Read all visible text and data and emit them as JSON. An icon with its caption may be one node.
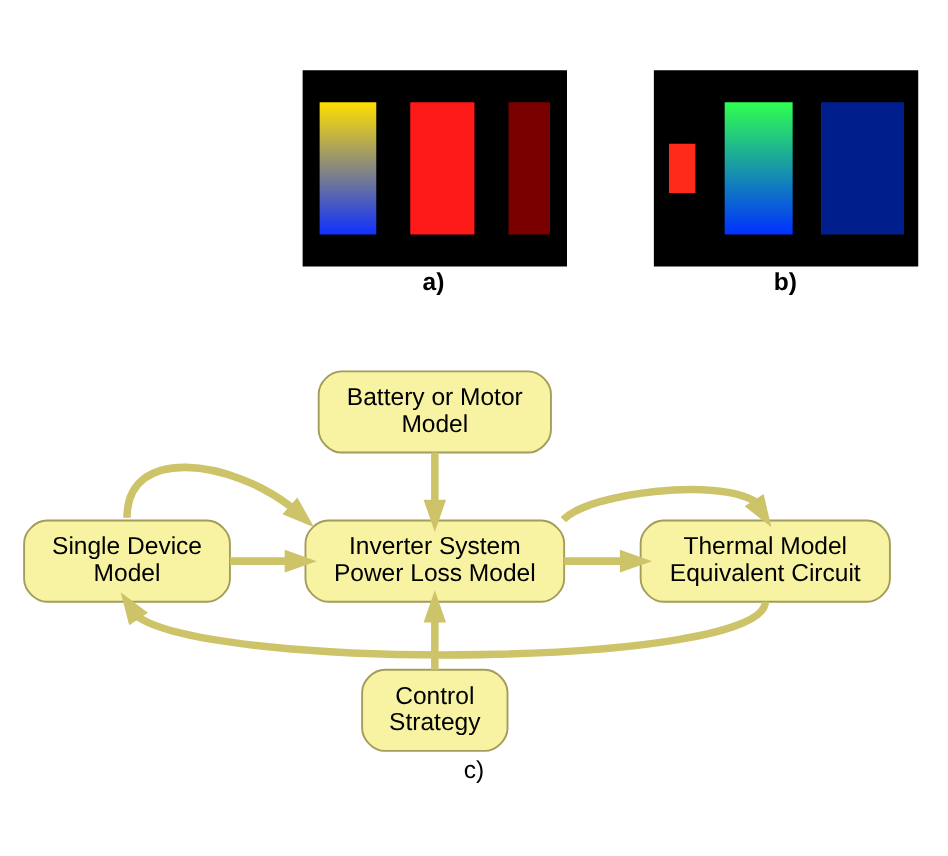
{
  "diagram": {
    "caption": "c)",
    "nodes": [
      {
        "text": [],
        "shape": "picture",
        "beside": [
          "a)"
        ]
      },
      {
        "text": [],
        "shape": "picture",
        "beside": [
          "b)"
        ]
      },
      {
        "text": [
          "Battery or Motor Model"
        ]
      },
      {
        "text": [
          "Single Device Model"
        ]
      },
      {
        "text": [
          "Inverter System Power Loss Model"
        ]
      },
      {
        "text": [
          "Thermal Model Equivalent Circuit"
        ]
      },
      {
        "text": [
          "Control Strategy"
        ]
      }
    ],
    "edges": [
      {
        "from": 2,
        "to": 4,
        "arrow": "to"
      },
      {
        "from": 3,
        "to": 4,
        "arrow": "to"
      },
      {
        "from": 3,
        "to": 4,
        "arrow": "to"
      },
      {
        "from": 4,
        "to": 5,
        "arrow": "to"
      },
      {
        "from": 4,
        "to": 5,
        "arrow": "to"
      },
      {
        "from": 6,
        "to": 4,
        "arrow": "to"
      },
      {
        "from": 5,
        "to": 3,
        "arrow": "to"
      }
    ]
  }
}
